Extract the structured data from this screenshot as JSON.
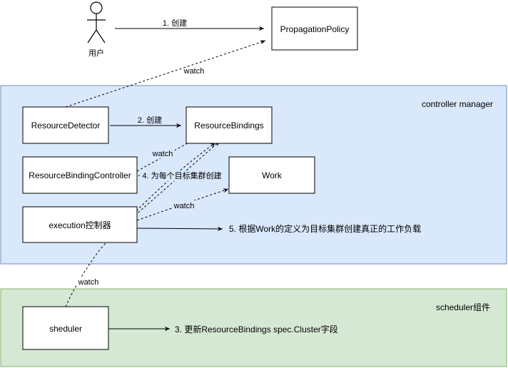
{
  "actor": {
    "label": "用户"
  },
  "nodes": {
    "propagation_policy": "PropagationPolicy",
    "resource_detector": "ResourceDetector",
    "resource_bindings": "ResourceBindings",
    "resource_binding_controller": "ResourceBindingController",
    "work": "Work",
    "execution_controller": "execution控制器",
    "scheduler": "sheduler"
  },
  "groups": {
    "controller_manager": "controller manager",
    "scheduler_group": "scheduler组件"
  },
  "edges": {
    "user_to_policy": "1. 创建",
    "policy_watch": "watch",
    "detector_to_bindings": "2. 创建",
    "bindings_watch": "watch",
    "bindingctrl_to_work": "4. 为每个目标集群创建",
    "work_watch": "watch",
    "execution_output": "5. 根据Work的定义为目标集群创建真正的工作负载",
    "scheduler_watch": "watch",
    "scheduler_output": "3. 更新ResourceBindings spec.Cluster字段"
  },
  "colors": {
    "controller_region_fill": "#dae8fc",
    "controller_region_stroke": "#6c8ebf",
    "scheduler_region_fill": "#d5e8d4",
    "scheduler_region_stroke": "#82b366"
  }
}
